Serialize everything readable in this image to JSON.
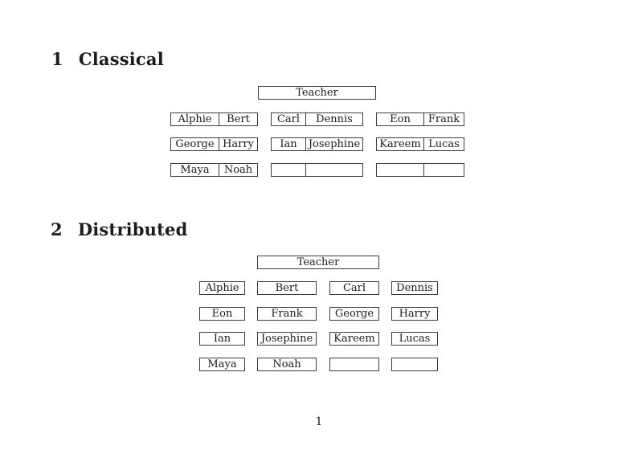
{
  "colors": {
    "background": "#ffffff",
    "text": "#1b1b1b",
    "border": "#3c3c3c"
  },
  "page": {
    "number": "1"
  },
  "sections": [
    {
      "number": "1",
      "title": "Classical",
      "teacher_label": "Teacher",
      "desks": [
        [
          [
            "Alphie",
            "Bert"
          ],
          [
            "Carl",
            "Dennis"
          ],
          [
            "Eon",
            "Frank"
          ]
        ],
        [
          [
            "George",
            "Harry"
          ],
          [
            "Ian",
            "Josephine"
          ],
          [
            "Kareem",
            "Lucas"
          ]
        ],
        [
          [
            "Maya",
            "Noah"
          ],
          [
            "",
            ""
          ],
          [
            "",
            ""
          ]
        ]
      ]
    },
    {
      "number": "2",
      "title": "Distributed",
      "teacher_label": "Teacher",
      "desks": [
        [
          "Alphie",
          "Bert",
          "Carl",
          "Dennis"
        ],
        [
          "Eon",
          "Frank",
          "George",
          "Harry"
        ],
        [
          "Ian",
          "Josephine",
          "Kareem",
          "Lucas"
        ],
        [
          "Maya",
          "Noah",
          "",
          ""
        ]
      ]
    }
  ]
}
